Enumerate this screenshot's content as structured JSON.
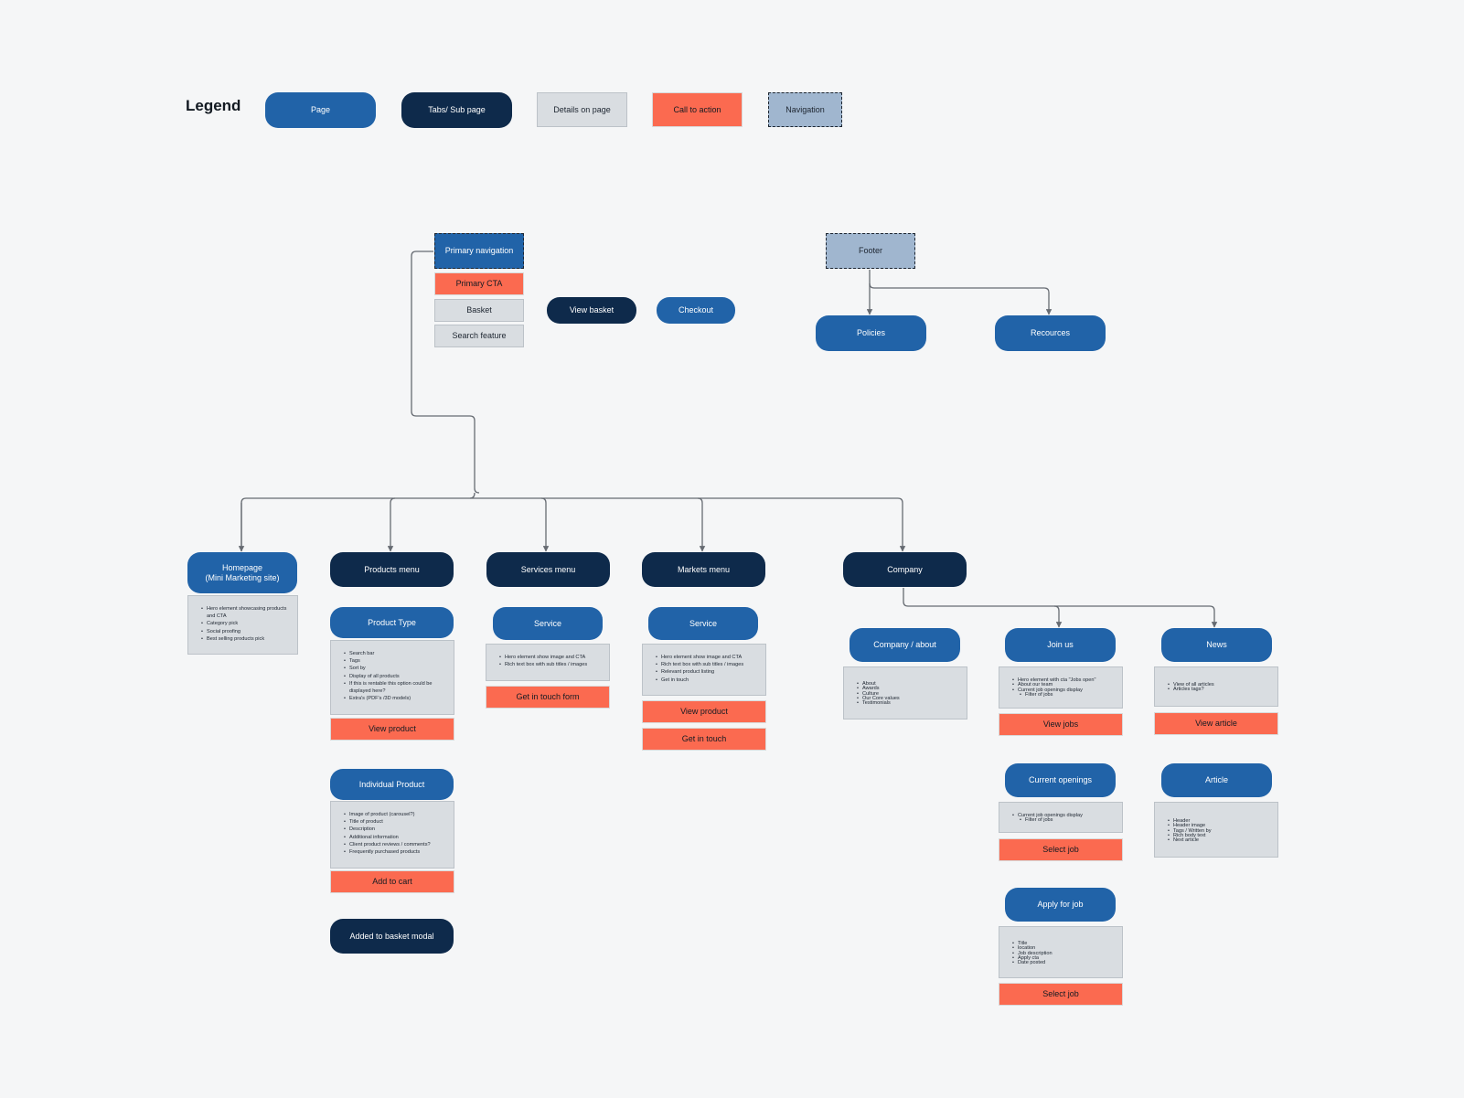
{
  "legend": {
    "title": "Legend",
    "page": "Page",
    "tab": "Tabs/ Sub page",
    "details": "Details on page",
    "cta": "Call to action",
    "navigation": "Navigation"
  },
  "colors": {
    "page": "#2163a8",
    "tab": "#0e2a4b",
    "details": "#d9dde1",
    "cta": "#fb6a50",
    "navigation": "#a0b6cf",
    "connector": "#666b72"
  },
  "navigation": {
    "primary": "Primary navigation",
    "primary_cta": "Primary CTA",
    "basket": "Basket",
    "search": "Search feature",
    "view_basket": "View basket",
    "checkout": "Checkout"
  },
  "footer": {
    "label": "Footer",
    "policies": "Policies",
    "resources": "Recources"
  },
  "homepage": {
    "title": "Homepage\n(Mini Marketing site)",
    "details": [
      "Hero element showcasing products and CTA",
      "Category pick",
      "Social proofing",
      "Best selling products pick"
    ]
  },
  "products": {
    "menu": "Products menu",
    "type": "Product Type",
    "type_details": [
      "Search bar",
      "Tags",
      "Sort by",
      "Display of all products",
      "If this is rentable this option could be displayed here?",
      "Extra's (PDF's /3D models)"
    ],
    "view_product": "View product",
    "individual": "Individual Product",
    "individual_details": [
      "Image of product (carousel?)",
      "Title of product",
      "Description",
      "Additional information",
      "Client product reviews / comments?",
      "Frequently purchased products"
    ],
    "add_to_cart": "Add to cart",
    "basket_modal": "Added to basket modal"
  },
  "services": {
    "menu": "Services menu",
    "service": "Service",
    "details": [
      "Hero element show image and CTA",
      "Rich text box with sub titles / images"
    ],
    "get_in_touch_form": "Get in touch form"
  },
  "markets": {
    "menu": "Markets menu",
    "service": "Service",
    "details": [
      "Hero element show image and CTA",
      "Rich text box with sub titles / images",
      "Relevant product listing",
      "Get in touch"
    ],
    "view_product": "View product",
    "get_in_touch": "Get in touch"
  },
  "company": {
    "menu": "Company",
    "about": "Company / about",
    "about_details": [
      "About",
      "Awards",
      "Culture",
      "Our Core values",
      "Testimonials"
    ],
    "join_us": "Join us",
    "join_details": [
      "Hero element with cta \"Jobs open\"",
      "About our team",
      "Current job openings display"
    ],
    "join_sub_details": [
      "Filter of jobs"
    ],
    "view_jobs": "View jobs",
    "current_openings": "Current openings",
    "openings_details": [
      "Current job openings display"
    ],
    "openings_sub_details": [
      "Filter of jobs"
    ],
    "select_job": "Select job",
    "apply": "Apply for job",
    "apply_details": [
      "Title",
      "location",
      "Job description",
      "Apply cta",
      "Date posted"
    ],
    "select_job_2": "Select job",
    "news": "News",
    "news_details": [
      "View of all articles",
      "Articles tags?"
    ],
    "view_article": "View article",
    "article": "Article",
    "article_details": [
      "Header",
      "Header image",
      "Tags / Written by",
      "Rich body text",
      "Next article"
    ]
  }
}
